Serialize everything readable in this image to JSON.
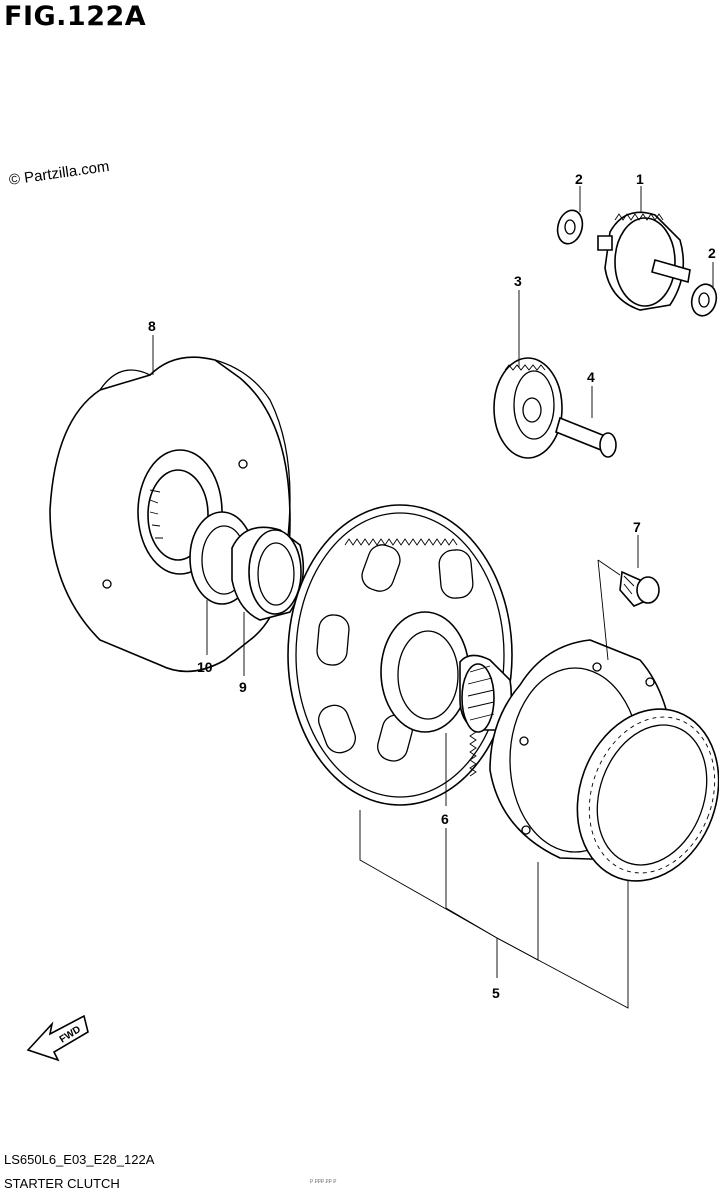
{
  "figure": {
    "title": "FIG.122A",
    "watermark": "© Partzilla.com",
    "code": "LS650L6_E03_E28_122A",
    "name": "STARTER CLUTCH",
    "fwd_label": "FWD",
    "fine_print": "ꝑ ꝑꝑꝑ ꝑꝑ ꝑ"
  },
  "callouts": {
    "c1": "1",
    "c2a": "2",
    "c2b": "2",
    "c3": "3",
    "c4": "4",
    "c5": "5",
    "c6": "6",
    "c7": "7",
    "c8": "8",
    "c9": "9",
    "c10": "10"
  }
}
